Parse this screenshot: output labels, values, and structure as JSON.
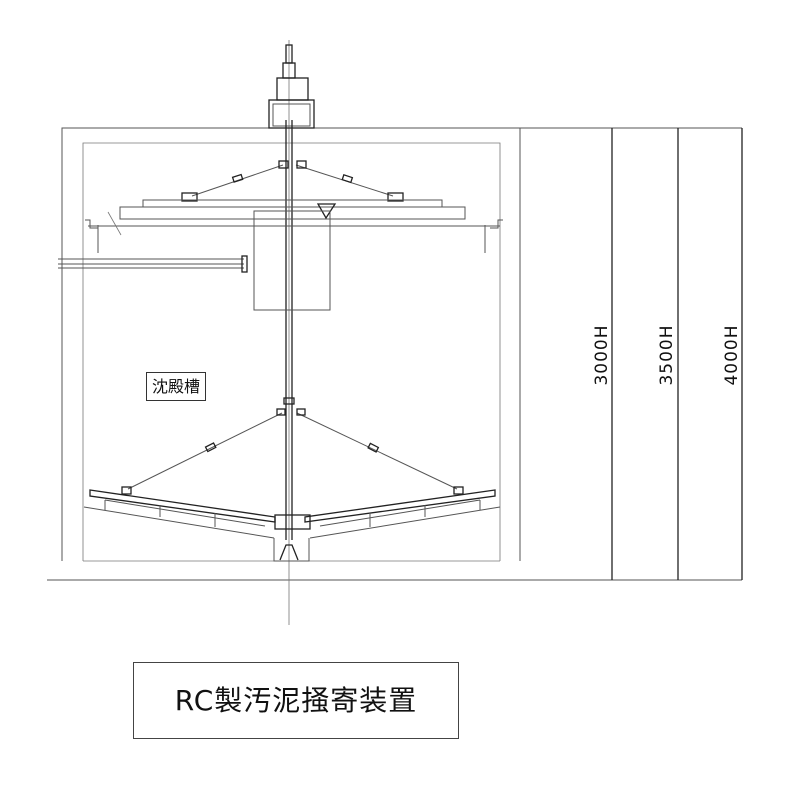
{
  "drawing": {
    "title": "RC製汚泥掻寄装置",
    "tank_label": "沈殿槽",
    "dimensions": [
      "3000H",
      "3500H",
      "4000H"
    ]
  }
}
